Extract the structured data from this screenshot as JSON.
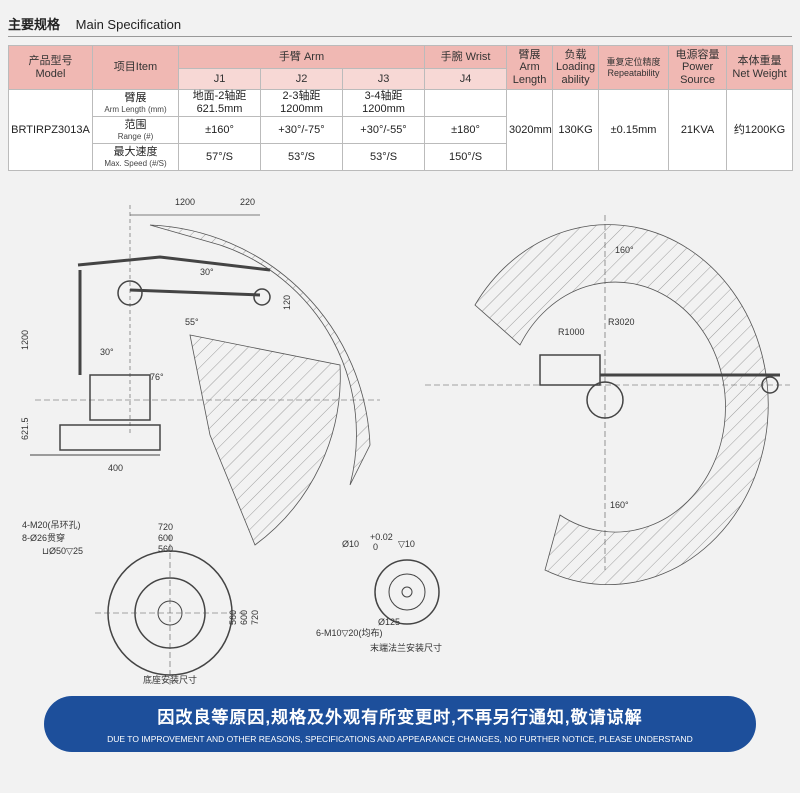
{
  "header": {
    "title_cn": "主要规格",
    "title_en": "Main Specification"
  },
  "table": {
    "col_model": [
      "产品型号",
      "Model"
    ],
    "col_item": "项目Item",
    "col_arm": "手臂 Arm",
    "col_wrist": "手腕 Wrist",
    "col_reach": [
      "臂展",
      "Arm",
      "Length"
    ],
    "col_load": [
      "负载",
      "Loading",
      "ability"
    ],
    "col_repeat": [
      "重复定位精度",
      "Repeatability"
    ],
    "col_power": [
      "电源容量",
      "Power",
      "Source"
    ],
    "col_weight": [
      "本体重量",
      "Net Weight"
    ],
    "joints": [
      "J1",
      "J2",
      "J3",
      "J4"
    ],
    "model": "BRTIRPZ3013A",
    "rows": [
      {
        "label_cn": "臂展",
        "label_en": "Arm Length (mm)",
        "cells": [
          "地面-2轴距\n621.5mm",
          "2-3轴距\n1200mm",
          "3-4轴距\n1200mm",
          ""
        ]
      },
      {
        "label_cn": "范围",
        "label_en": "Range (#)",
        "cells": [
          "±160°",
          "+30°/-75°",
          "+30°/-55°",
          "±180°"
        ]
      },
      {
        "label_cn": "最大速度",
        "label_en": "Max. Speed (#/S)",
        "cells": [
          "57°/S",
          "53°/S",
          "53°/S",
          "150°/S"
        ]
      }
    ],
    "reach": "3020mm",
    "load": "130KG",
    "repeat": "±0.15mm",
    "power": "21KVA",
    "weight": "约1200KG"
  },
  "drawing": {
    "dims_side": [
      "1200",
      "220",
      "1200",
      "621.5",
      "400",
      "120",
      "30°",
      "76°",
      "55°",
      "30°"
    ],
    "dims_top": [
      "160°",
      "R1000",
      "R3020",
      "160°"
    ],
    "dims_base": [
      "4-M20(吊环孔)",
      "8-Ø26贯穿",
      "⊔Ø50▽25",
      "720",
      "600",
      "560",
      "560",
      "600",
      "720"
    ],
    "base_caption": "底座安装尺寸",
    "dims_flange": [
      "+0.02",
      "0",
      "Ø10",
      "▽10",
      "Ø125",
      "6-M10▽20(均布)"
    ],
    "flange_caption": "末端法兰安装尺寸"
  },
  "notice": {
    "cn": "因改良等原因,规格及外观有所变更时,不再另行通知,敬请谅解",
    "en": "DUE TO IMPROVEMENT AND OTHER REASONS, SPECIFICATIONS AND APPEARANCE CHANGES, NO FURTHER NOTICE, PLEASE UNDERSTAND",
    "color": "#1d4f9b"
  }
}
